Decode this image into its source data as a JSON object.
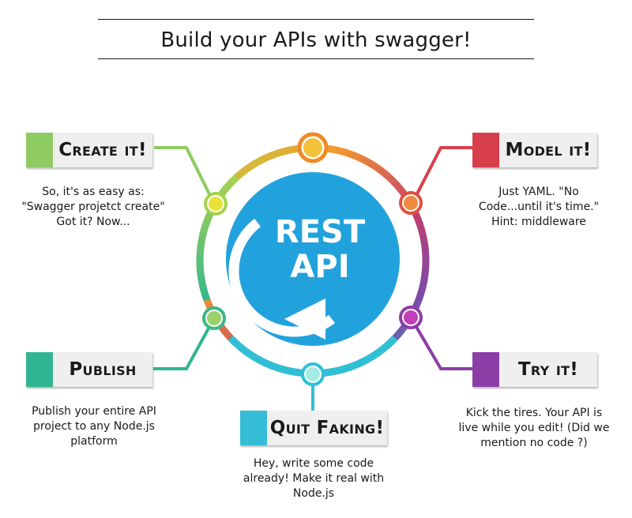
{
  "title": "Build your APIs with swagger!",
  "center": {
    "line1": "REST",
    "line2": "API"
  },
  "steps": {
    "create": {
      "label": "Create it!",
      "color": "#8fcb63",
      "description": "So, it's as easy as:\n\"Swagger projetct create\"\nGot it? Now..."
    },
    "model": {
      "label": "Model it!",
      "color": "#d83f4c",
      "description": "Just YAML. \"No\nCode...until it's time.\"\nHint: middleware"
    },
    "try": {
      "label": "Try it!",
      "color": "#8b3fa6",
      "description": "Kick the tires. Your API is\nlive while you edit! (Did we\nmention no code ?)"
    },
    "quit": {
      "label": "Quit Faking!",
      "color": "#35bcd7",
      "description": "Hey, write some code\nalready! Make it real with\nNode.js"
    },
    "publish": {
      "label": "Publish",
      "color": "#31b590",
      "description": "Publish your entire API\nproject to any Node.js\nplatform"
    }
  },
  "ring_colors": {
    "top": "#f39a2c",
    "right": "#b9437f",
    "bottom": "#2fc0d6",
    "left": "#8fcb5f",
    "center": "#22a2dc"
  }
}
